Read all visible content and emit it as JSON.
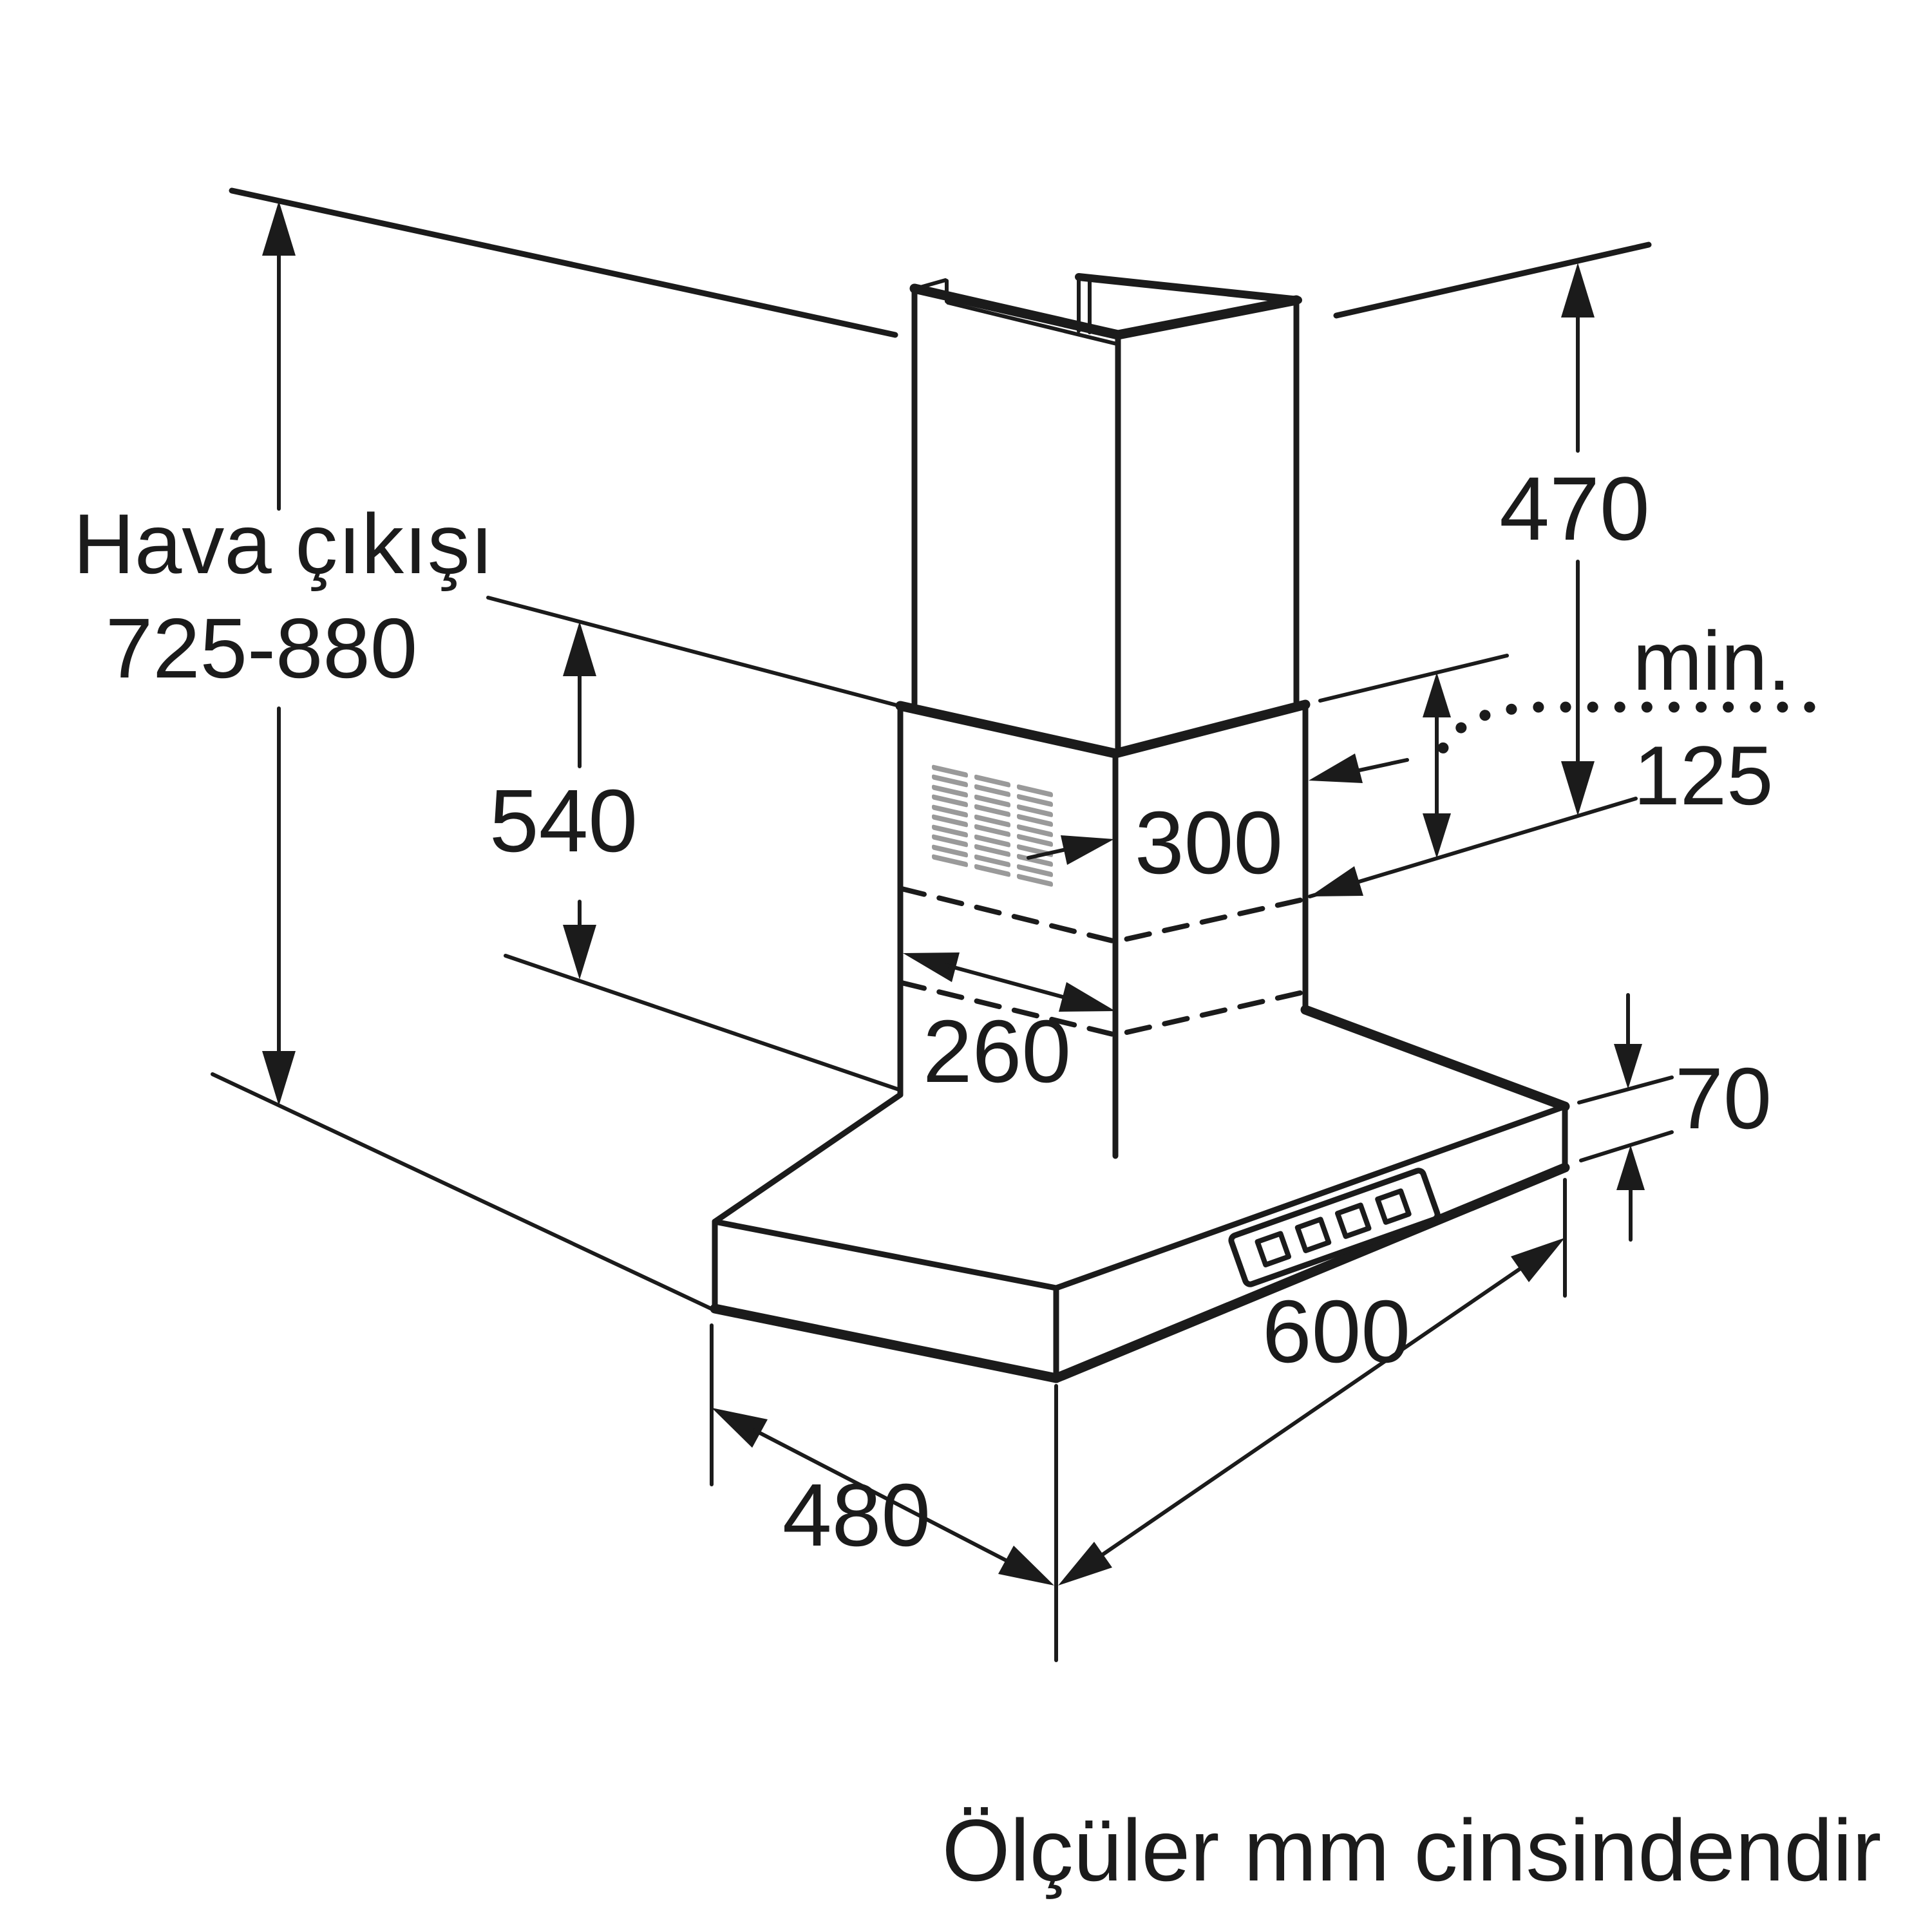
{
  "diagram": {
    "type": "installation-drawing",
    "product": "wall-mounted chimney hood",
    "dimensions": {
      "air_outlet_label": "Hava çıkışı",
      "air_outlet_range": "725-880",
      "upper_duct_height": "470",
      "min_label": "min.",
      "min_value": "125",
      "lower_duct_height": "540",
      "duct_width": "300",
      "duct_depth": "260",
      "hood_body_height": "70",
      "hood_width": "600",
      "hood_depth": "480"
    },
    "footer_note": "Ölçüler mm cinsindendir",
    "colors": {
      "line": "#1b1b1b",
      "grille": "#9a9a9a",
      "background": "#ffffff"
    }
  }
}
